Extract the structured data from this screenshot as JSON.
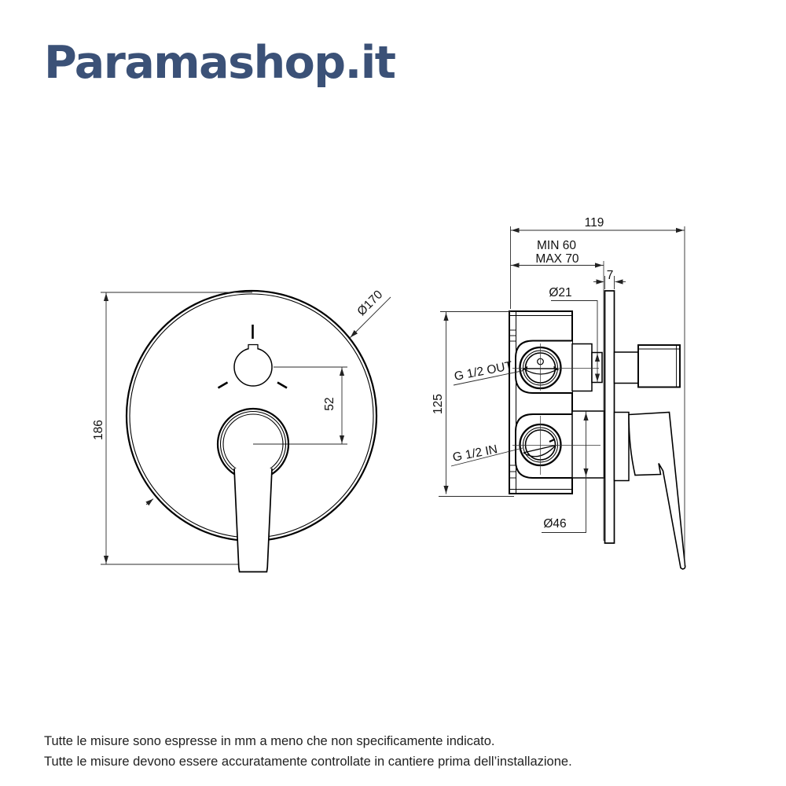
{
  "logo": {
    "text": "Paramashop.it",
    "color": "#3b5177"
  },
  "front_view": {
    "dim_height": "186",
    "dim_plate_diameter": "Ø170",
    "dim_knob_to_lever": "52"
  },
  "side_view": {
    "dim_total_depth": "119",
    "dim_min_depth": "MIN 60",
    "dim_max_depth": "MAX 70",
    "dim_plate_thickness": "7",
    "dim_pipe_diameter": "Ø21",
    "dim_body_height": "125",
    "label_outlet": "G 1/2 OUT",
    "label_inlet": "G 1/2 IN",
    "dim_sleeve_diameter": "Ø46"
  },
  "footer": {
    "line1": "Tutte le misure sono espresse in mm a meno che non specificamente indicato.",
    "line2": "Tutte le misure devono essere accuratamente controllate in cantiere prima dell’installazione."
  },
  "colors": {
    "logo": "#3b5177",
    "object_line": "#000000",
    "dimension_line": "#2b2b2b"
  }
}
